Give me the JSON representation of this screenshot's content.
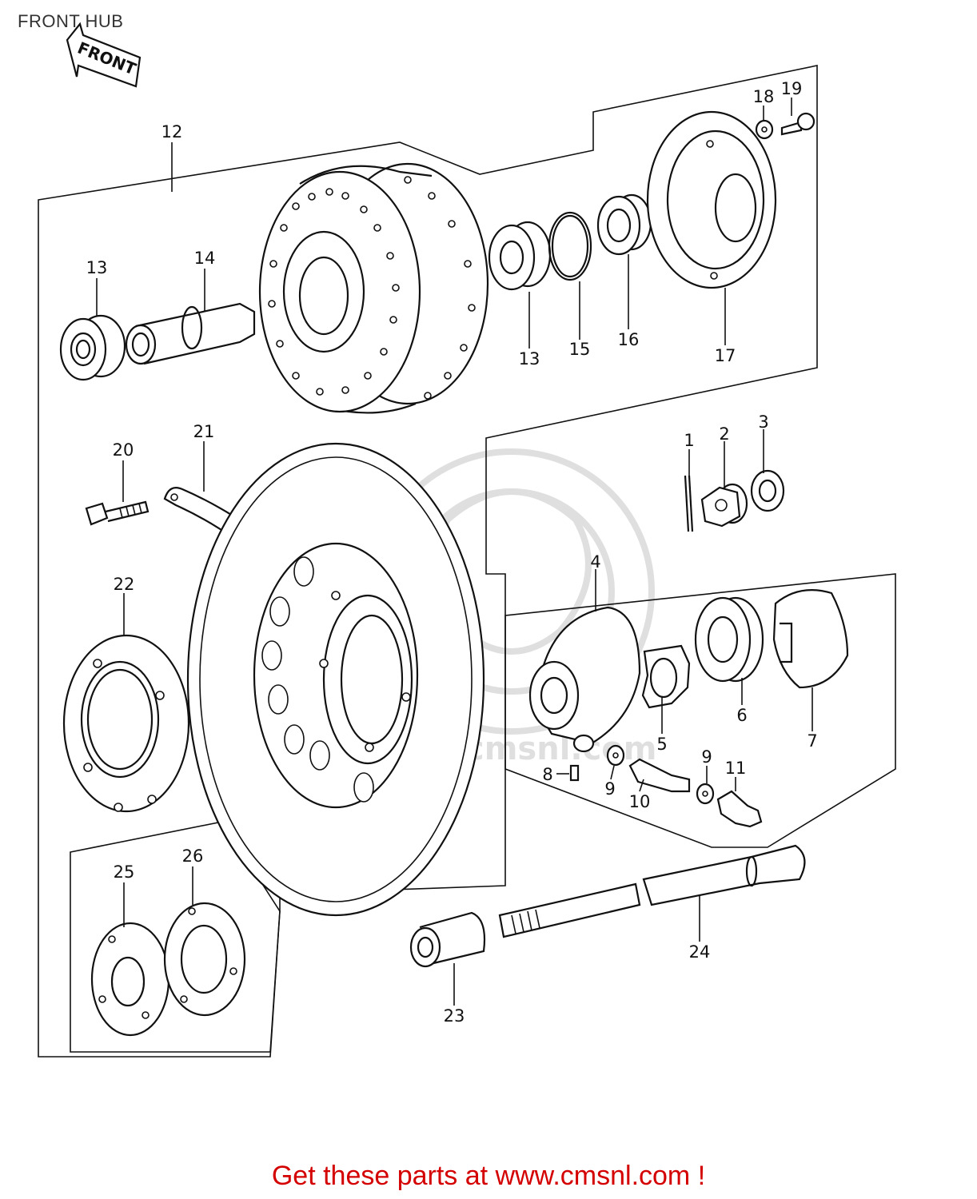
{
  "page": {
    "title": "FRONT HUB",
    "front_arrow_label": "FRONT",
    "footer_link": "Get these parts at www.cmsnl.com !"
  },
  "parts": [
    {
      "id": "p1",
      "label": "1"
    },
    {
      "id": "p2",
      "label": "2"
    },
    {
      "id": "p3",
      "label": "3"
    },
    {
      "id": "p4",
      "label": "4"
    },
    {
      "id": "p5",
      "label": "5"
    },
    {
      "id": "p6",
      "label": "6"
    },
    {
      "id": "p7",
      "label": "7"
    },
    {
      "id": "p8",
      "label": "8"
    },
    {
      "id": "p9a",
      "label": "9"
    },
    {
      "id": "p9b",
      "label": "9"
    },
    {
      "id": "p10",
      "label": "10"
    },
    {
      "id": "p11",
      "label": "11"
    },
    {
      "id": "p12",
      "label": "12"
    },
    {
      "id": "p13a",
      "label": "13"
    },
    {
      "id": "p13b",
      "label": "13"
    },
    {
      "id": "p14",
      "label": "14"
    },
    {
      "id": "p15",
      "label": "15"
    },
    {
      "id": "p16",
      "label": "16"
    },
    {
      "id": "p17",
      "label": "17"
    },
    {
      "id": "p18",
      "label": "18"
    },
    {
      "id": "p19",
      "label": "19"
    },
    {
      "id": "p20",
      "label": "20"
    },
    {
      "id": "p21",
      "label": "21"
    },
    {
      "id": "p22",
      "label": "22"
    },
    {
      "id": "p23",
      "label": "23"
    },
    {
      "id": "p24",
      "label": "24"
    },
    {
      "id": "p25",
      "label": "25"
    },
    {
      "id": "p26",
      "label": "26"
    }
  ],
  "watermark": {
    "text": "www.cmsnl.com"
  }
}
